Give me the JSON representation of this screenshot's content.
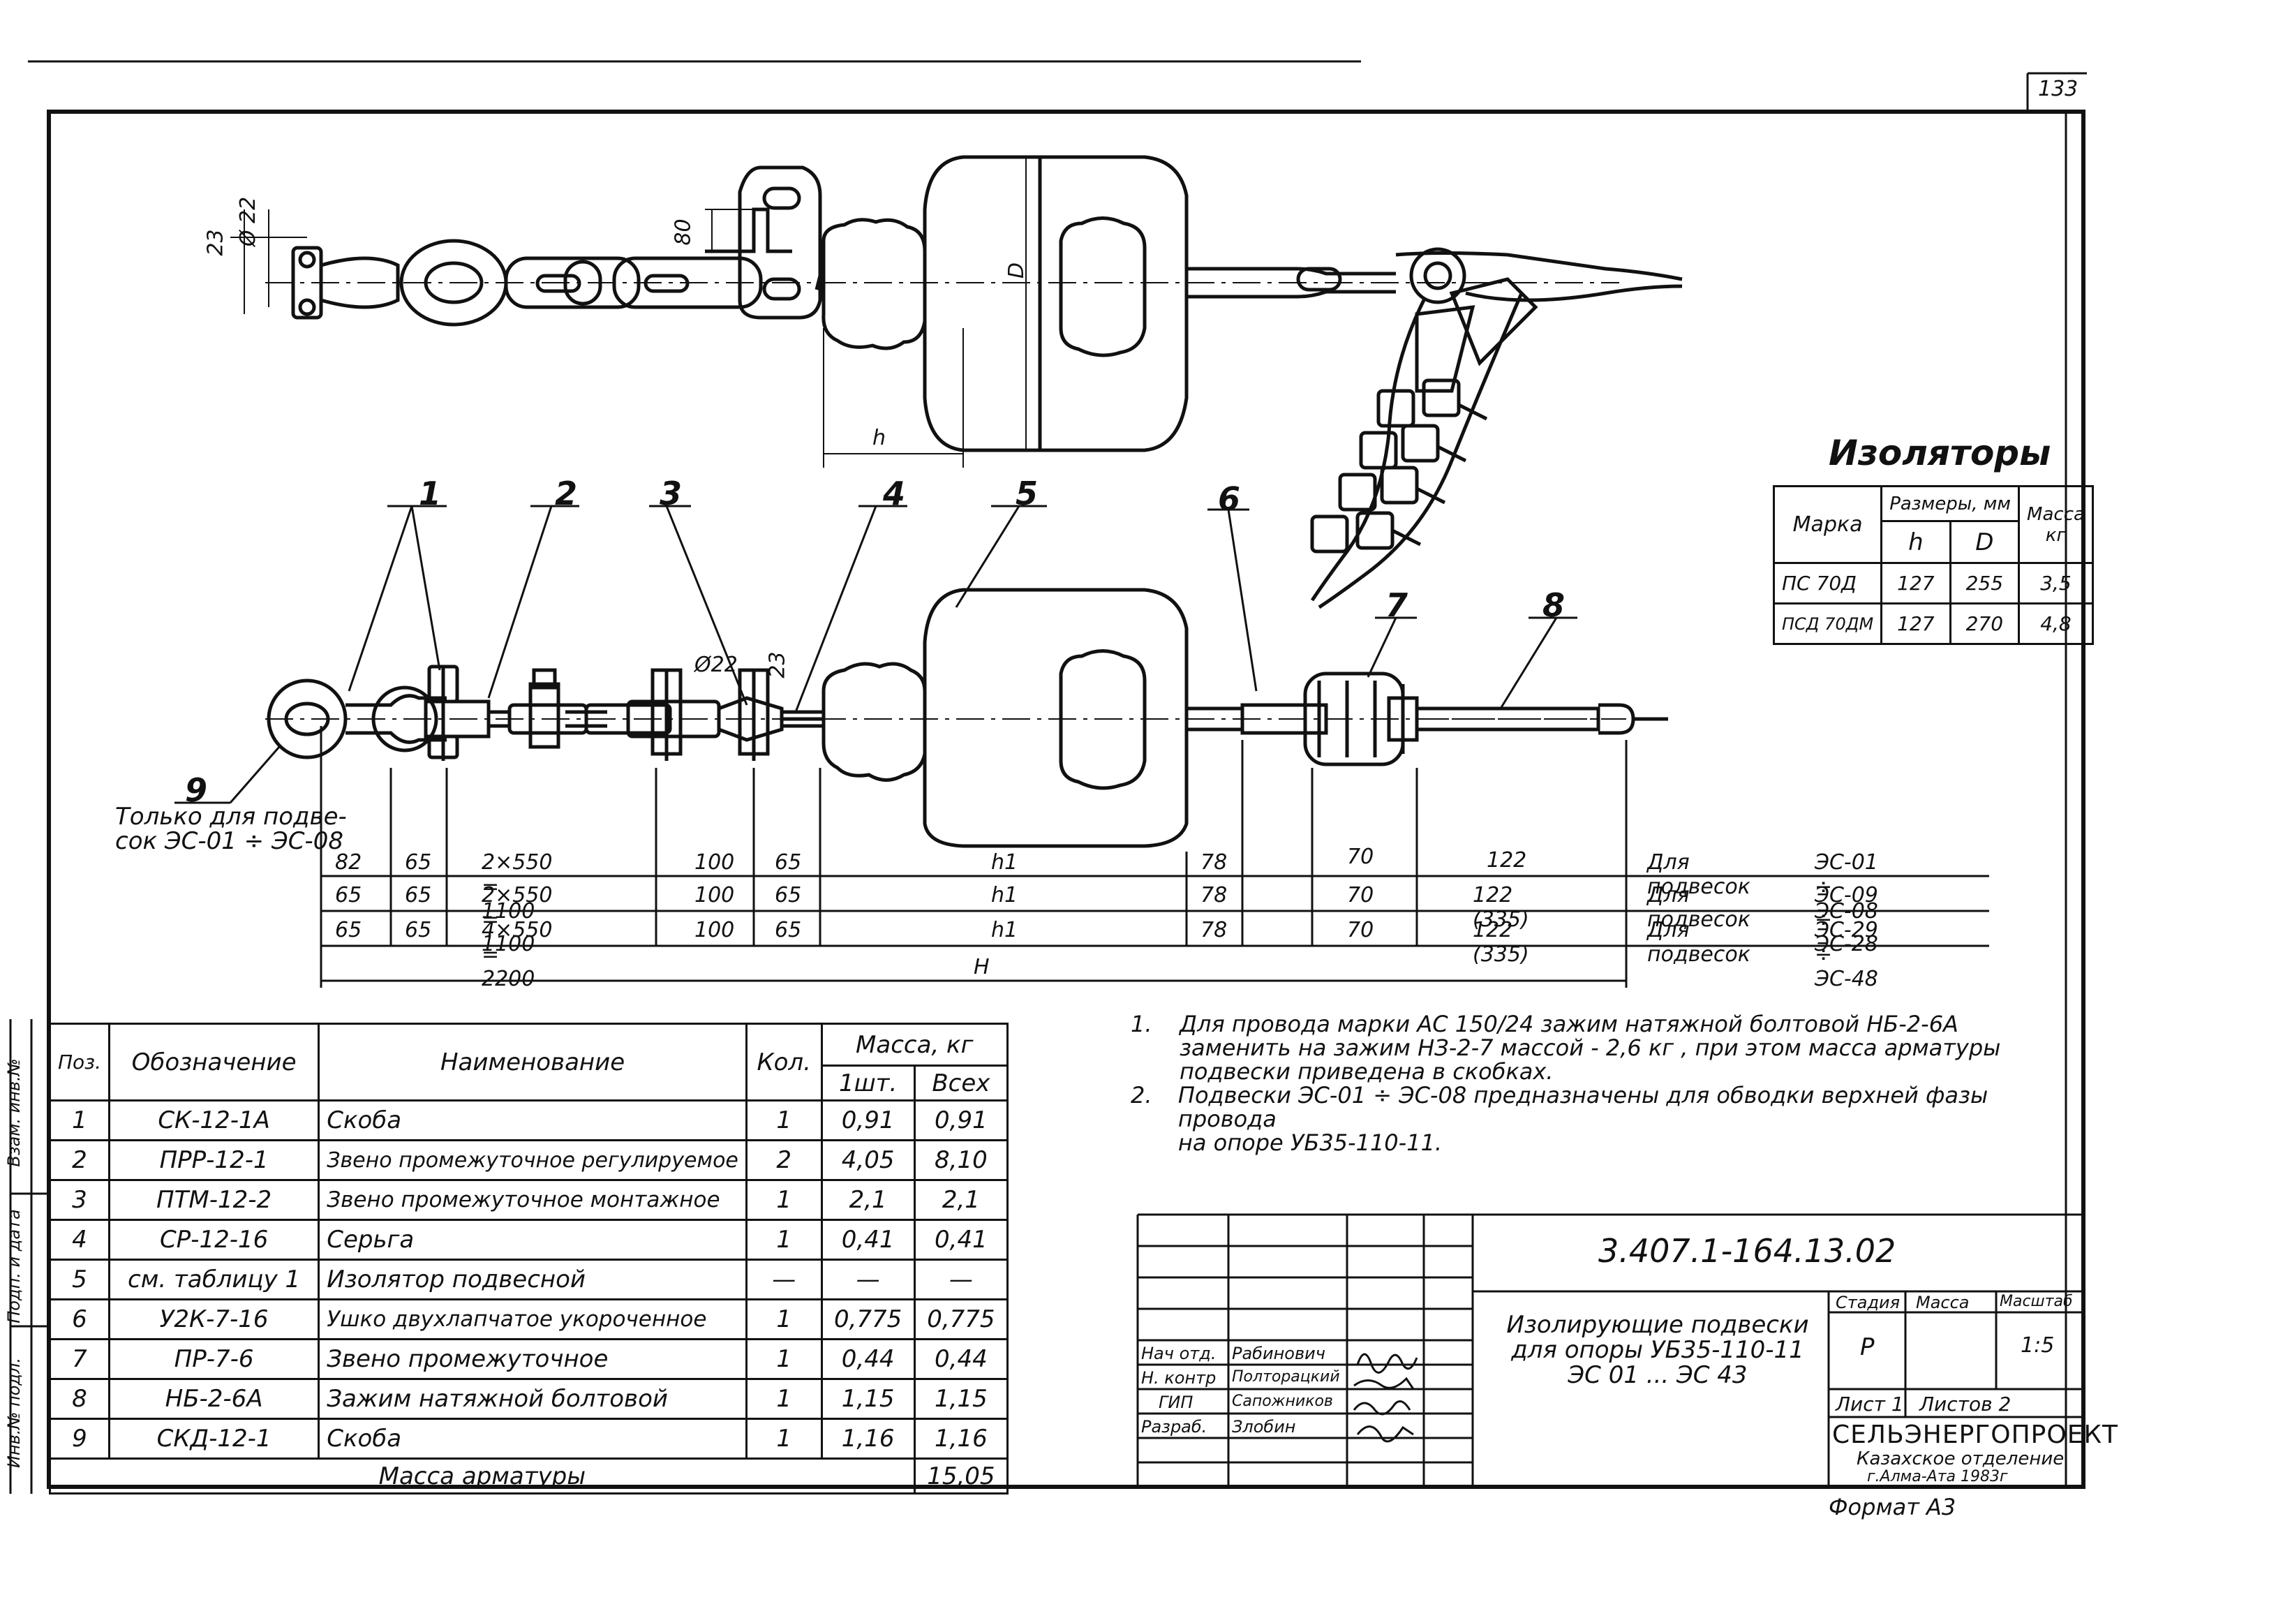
{
  "page_number": "133",
  "format": "Формат  А3",
  "drawing_code": "3.407.1-164.13.02",
  "title": {
    "line1": "Изолирующие подвески",
    "line2": "для опоры УБ35-110-11",
    "line3": "ЭС 01 ... ЭС 43"
  },
  "stage": {
    "h_stage": "Стадия",
    "h_mass": "Масса",
    "h_scale": "Масштаб",
    "stage": "Р",
    "mass": "",
    "scale": "1:5"
  },
  "sheets": {
    "sheet": "Лист 1",
    "total": "Листов 2"
  },
  "org": {
    "name": "СЕЛЬЭНЕРГОПРОЕКТ",
    "branch": "Казахское отделение",
    "city": "г.Алма-Ата 1983г"
  },
  "signatures": [
    {
      "role": "Нач отд.",
      "name": "Рабинович"
    },
    {
      "role": "Н. контр",
      "name": "Полторацкий"
    },
    {
      "role": "ГИП",
      "name": "Сапожников"
    },
    {
      "role": "Разраб.",
      "name": "Злобин"
    }
  ],
  "insulators": {
    "title": "Изоляторы",
    "h_mark": "Марка",
    "h_sizes": "Размеры, мм",
    "h_h": "h",
    "h_d": "D",
    "h_mass": "Масса кг",
    "rows": [
      {
        "mark": "ПС 70Д",
        "h": "127",
        "d": "255",
        "mass": "3,5"
      },
      {
        "mark": "ПСД 70ДМ",
        "h": "127",
        "d": "270",
        "mass": "4,8"
      }
    ]
  },
  "callouts": [
    "1",
    "2",
    "3",
    "4",
    "5",
    "6",
    "7",
    "8",
    "9"
  ],
  "note9": {
    "line1": "Только для подве-",
    "line2": "сок ЭС-01 ÷ ЭС-08"
  },
  "top_dims": {
    "d23": "23",
    "d22": "Ø 22",
    "d80": "80",
    "D": "D",
    "h": "h"
  },
  "mid_dims": {
    "d22": "Ø22",
    "d23": "23"
  },
  "dim_rows": [
    {
      "a": "82",
      "b": "65",
      "c": "2×550 = 1100",
      "d": "100",
      "e": "65",
      "f": "h1",
      "g": "78",
      "h": "70",
      "i": "122",
      "for": "Для подвесок",
      "range": "ЭС-01 ÷ ЭС-08"
    },
    {
      "a": "65",
      "b": "65",
      "c": "2×550 = 1100",
      "d": "100",
      "e": "65",
      "f": "h1",
      "g": "78",
      "h": "70",
      "i": "122 (335)",
      "for": "Для подвесок",
      "range": "ЭС-09 ÷ ЭС-28"
    },
    {
      "a": "65",
      "b": "65",
      "c": "4×550 = 2200",
      "d": "100",
      "e": "65",
      "f": "h1",
      "g": "78",
      "h": "70",
      "i": "122 (335)",
      "for": "Для подвесок",
      "range": "ЭС-29 ÷ ЭС-48"
    }
  ],
  "total_dim": "H",
  "notes": [
    {
      "n": "1.",
      "l1": "Для провода марки АС 150/24 зажим натяжной болтовой НБ-2-6А",
      "l2": "заменить на зажим НЗ-2-7 массой - 2,6 кг , при этом масса арматуры",
      "l3": "подвески приведена в скобках."
    },
    {
      "n": "2.",
      "l1": "Подвески ЭС-01 ÷ ЭС-08 предназначены для обводки верхней фазы провода",
      "l2": "на опоре УБ35-110-11.",
      "l3": ""
    }
  ],
  "spec": {
    "h_pos": "Поз.",
    "h_code": "Обозначение",
    "h_name": "Наименование",
    "h_qty": "Кол.",
    "h_mass": "Масса, кг",
    "h_one": "1шт.",
    "h_all": "Всех",
    "rows": [
      {
        "pos": "1",
        "code": "СК-12-1А",
        "name": "Скоба",
        "qty": "1",
        "one": "0,91",
        "all": "0,91"
      },
      {
        "pos": "2",
        "code": "ПРР-12-1",
        "name": "Звено промежуточное регулируемое",
        "qty": "2",
        "one": "4,05",
        "all": "8,10"
      },
      {
        "pos": "3",
        "code": "ПТМ-12-2",
        "name": "Звено промежуточное монтажное",
        "qty": "1",
        "one": "2,1",
        "all": "2,1"
      },
      {
        "pos": "4",
        "code": "СР-12-16",
        "name": "Серьга",
        "qty": "1",
        "one": "0,41",
        "all": "0,41"
      },
      {
        "pos": "5",
        "code": "см. таблицу 1",
        "name": "Изолятор подвесной",
        "qty": "—",
        "one": "—",
        "all": "—"
      },
      {
        "pos": "6",
        "code": "У2К-7-16",
        "name": "Ушко двухлапчатое укороченное",
        "qty": "1",
        "one": "0,775",
        "all": "0,775"
      },
      {
        "pos": "7",
        "code": "ПР-7-6",
        "name": "Звено промежуточное",
        "qty": "1",
        "one": "0,44",
        "all": "0,44"
      },
      {
        "pos": "8",
        "code": "НБ-2-6А",
        "name": "Зажим натяжной болтовой",
        "qty": "1",
        "one": "1,15",
        "all": "1,15"
      },
      {
        "pos": "9",
        "code": "СКД-12-1",
        "name": "Скоба",
        "qty": "1",
        "one": "1,16",
        "all": "1,16"
      }
    ],
    "total_label": "Масса арматуры",
    "total_value": "15,05"
  },
  "side_stamp": [
    "Инв.№ подл.",
    "Подп. и дата",
    "Взам. инв.№"
  ]
}
